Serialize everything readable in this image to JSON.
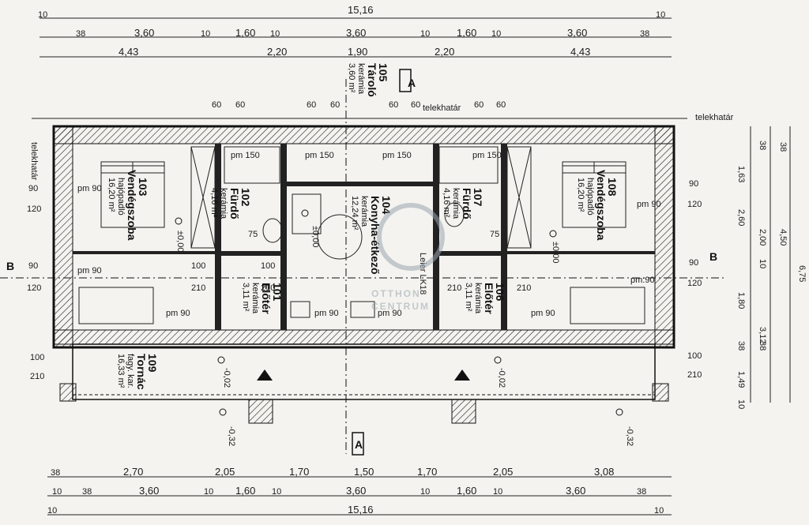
{
  "dims": {
    "top_total": "15,16",
    "top_row1": [
      "10",
      "38",
      "3,60",
      "10",
      "1,60",
      "10",
      "3,60",
      "10",
      "1,60",
      "10",
      "3,60",
      "38",
      "10"
    ],
    "top_row2": [
      "4,43",
      "2,20",
      "1,90",
      "2,20",
      "4,43"
    ],
    "top_row3": [
      "60",
      "60",
      "60",
      "60",
      "60",
      "60",
      "60",
      "60"
    ],
    "bottom_row1": [
      "38",
      "2,70",
      "2,05",
      "1,70",
      "1,50",
      "1,70",
      "2,05",
      "3,08"
    ],
    "bottom_row2": [
      "10",
      "38",
      "3,60",
      "10",
      "1,60",
      "10",
      "3,60",
      "10",
      "1,60",
      "10",
      "3,60",
      "38"
    ],
    "bottom_total": "15,16",
    "bottom_edge": [
      "10",
      "10"
    ],
    "right_a": [
      "1,63",
      "2,60",
      "1,80",
      "38",
      "1,49",
      "10"
    ],
    "right_b": [
      "38",
      "2,00",
      "10",
      "3,12",
      "38",
      "38"
    ],
    "right_c": [
      "4,50",
      "6,75"
    ],
    "left_vertical": [
      "90",
      "120",
      "90",
      "120",
      "100",
      "210"
    ],
    "right_vertical": [
      "90",
      "120",
      "90",
      "120",
      "100",
      "210"
    ]
  },
  "labels": {
    "telekhatar_top": "telekhatár",
    "telekhatar_right": "telekhatár",
    "telekhatar_left": "telekhatár",
    "section_a": "A",
    "section_b": "B"
  },
  "rooms": {
    "r103": {
      "num": "103",
      "name": "Vendégszoba",
      "floor": "hajópadló",
      "area": "16,20 m²"
    },
    "r102": {
      "num": "102",
      "name": "Fürdő",
      "floor": "kerámia",
      "area": "4,16 m²"
    },
    "r104": {
      "num": "104",
      "name": "Konyha-étkező",
      "floor": "kerámia",
      "area": "12,24 m²"
    },
    "r105": {
      "num": "105",
      "name": "Tároló",
      "floor": "kerámia",
      "area": "3,60 m²"
    },
    "r107": {
      "num": "107",
      "name": "Fürdő",
      "floor": "kerámia",
      "area": "4,16 m²"
    },
    "r108": {
      "num": "108",
      "name": "Vendégszoba",
      "floor": "hajópadló",
      "area": "16,20 m²"
    },
    "r101": {
      "num": "101",
      "name": "Előtér",
      "floor": "kerámia",
      "area": "3,11 m²"
    },
    "r106": {
      "num": "106",
      "name": "Előtér",
      "floor": "kerámia",
      "area": "3,11 m²"
    },
    "r109": {
      "num": "109",
      "name": "Tornác",
      "floor": "fagy. kar.",
      "area": "16,33 m²"
    }
  },
  "windows": {
    "pm150": "pm 150",
    "pm90": "pm 90",
    "pm90_alt": "pm:90",
    "leier": "Leier LK18"
  },
  "openings": [
    "100",
    "210",
    "210",
    "100",
    "75",
    "75",
    "210",
    "210"
  ],
  "levels": {
    "l1": "±0,00",
    "l2": "±0,00",
    "l3": "±0,00",
    "t1": "-0,02",
    "t2": "-0,02",
    "g1": "-0,32",
    "g2": "-0,32"
  },
  "watermark": {
    "line1": "OTTHON",
    "line2": "CENTRUM"
  }
}
